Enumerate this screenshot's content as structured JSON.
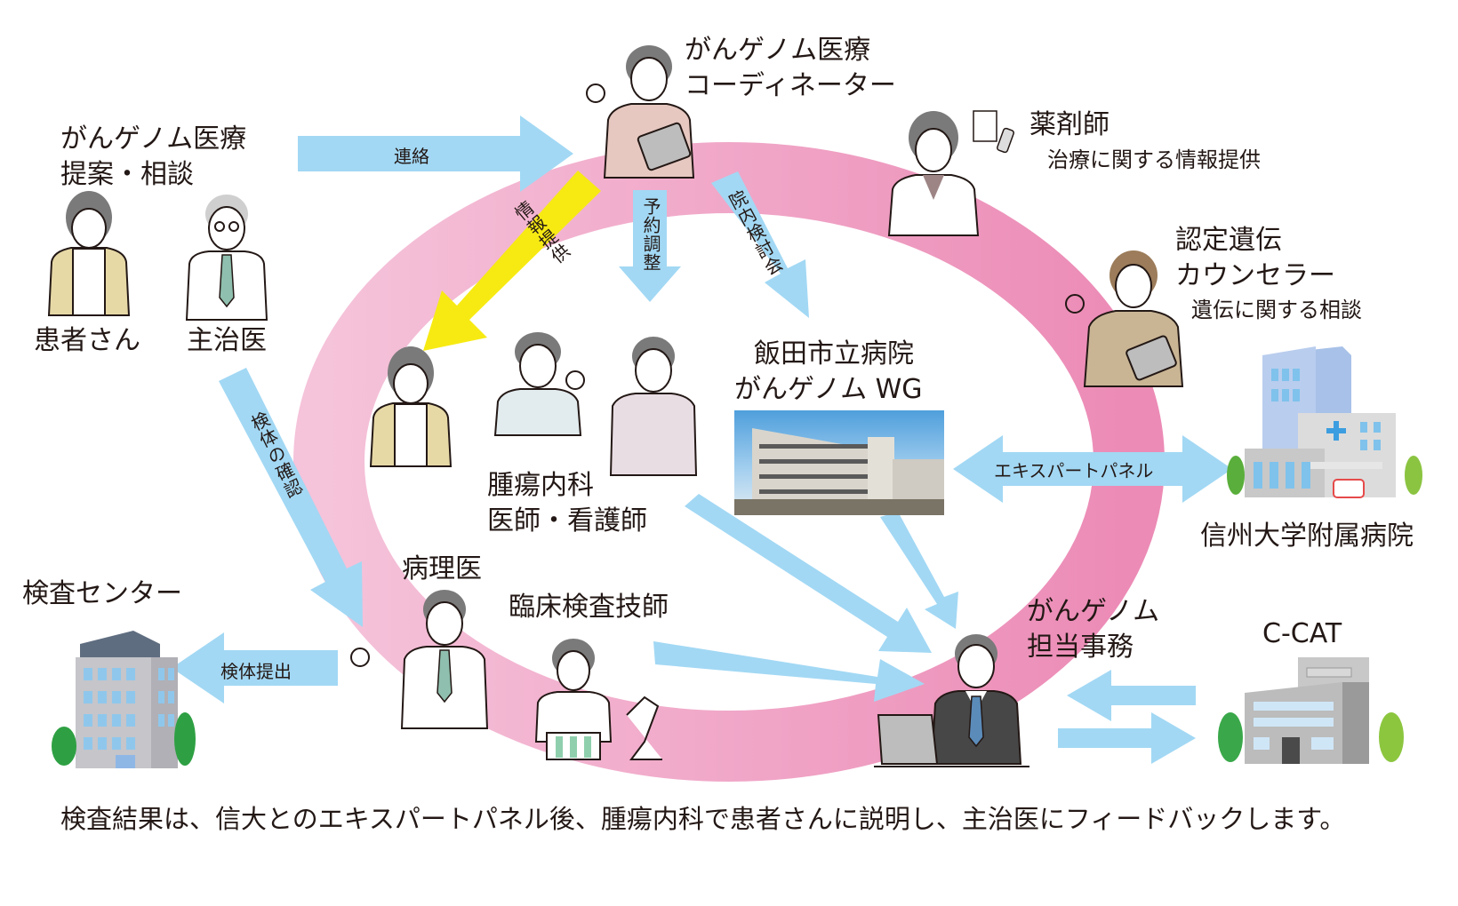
{
  "colors": {
    "ring_light": "#f5c3da",
    "ring_dark": "#ec8bb6",
    "arrow_blue": "#a2d8f4",
    "arrow_yellow": "#f7ea12",
    "text": "#231815"
  },
  "labels": {
    "proposal": [
      "がんゲノム医療",
      "提案・相談"
    ],
    "patient": "患者さん",
    "attending": "主治医",
    "coordinator": [
      "がんゲノム医療",
      "コーディネーター"
    ],
    "pharmacist": "薬剤師",
    "pharmacist_role": "治療に関する情報提供",
    "counselor": [
      "認定遺伝",
      "カウンセラー"
    ],
    "counselor_role": "遺伝に関する相談",
    "iida_hospital": [
      "飯田市立病院",
      "がんゲノム WG"
    ],
    "oncology": [
      "腫瘍内科",
      "医師・看護師"
    ],
    "shinshu": "信州大学附属病院",
    "pathologist": "病理医",
    "lab_tech": "臨床検査技師",
    "test_center": "検査センター",
    "genome_office": [
      "がんゲノム",
      "担当事務"
    ],
    "ccat": "C-CAT"
  },
  "arrows": {
    "contact": "連絡",
    "info_provision": "情報提供",
    "appointment": "予約調整",
    "internal_review": "院内検討会",
    "expert_panel": "エキスパートパネル",
    "specimen_check": "検体の確認",
    "specimen_submit": "検体提出"
  },
  "icons": {
    "patient": "elderly-woman-icon",
    "attending": "doctor-icon",
    "coordinator": "coordinator-icon",
    "pharmacist": "pharmacist-icon",
    "counselor": "genetic-counselor-icon",
    "oncology_doctor": "male-nurse-icon",
    "oncology_nurse": "female-nurse-icon",
    "pathologist": "pathologist-icon",
    "lab_tech": "lab-technician-icon",
    "office": "office-worker-icon",
    "shinshu": "hospital-building-icon",
    "test_center": "office-building-icon",
    "ccat": "ccat-building-icon",
    "iida_photo": "hospital-photo"
  },
  "footer": {
    "text": "検査結果は、信大とのエキスパートパネル後、腫瘍内科で患者さんに説明し、主治医にフィードバックします。"
  }
}
